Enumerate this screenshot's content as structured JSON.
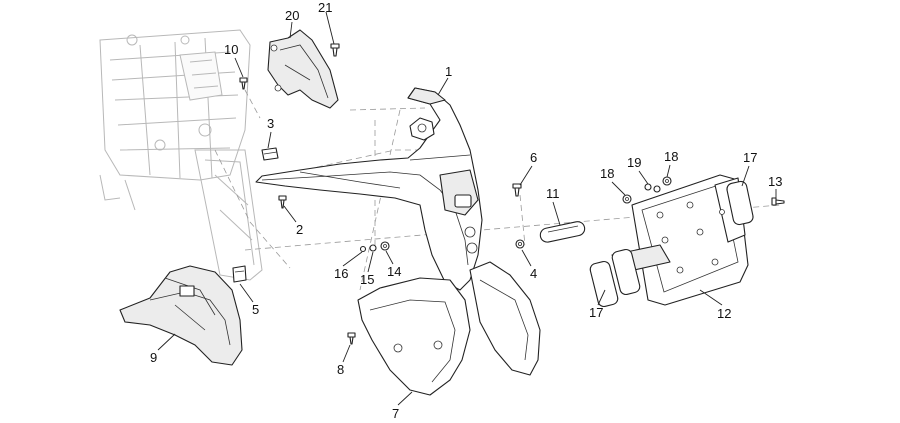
{
  "diagram": {
    "callouts": [
      {
        "id": "1",
        "text": "1"
      },
      {
        "id": "2",
        "text": "2"
      },
      {
        "id": "3",
        "text": "3"
      },
      {
        "id": "4",
        "text": "4"
      },
      {
        "id": "5",
        "text": "5"
      },
      {
        "id": "6",
        "text": "6"
      },
      {
        "id": "7",
        "text": "7"
      },
      {
        "id": "8",
        "text": "8"
      },
      {
        "id": "9",
        "text": "9"
      },
      {
        "id": "10",
        "text": "10"
      },
      {
        "id": "11",
        "text": "11"
      },
      {
        "id": "12",
        "text": "12"
      },
      {
        "id": "13",
        "text": "13"
      },
      {
        "id": "14",
        "text": "14"
      },
      {
        "id": "15",
        "text": "15"
      },
      {
        "id": "16",
        "text": "16"
      },
      {
        "id": "17a",
        "text": "17"
      },
      {
        "id": "17b",
        "text": "17"
      },
      {
        "id": "18a",
        "text": "18"
      },
      {
        "id": "18b",
        "text": "18"
      },
      {
        "id": "19",
        "text": "19"
      },
      {
        "id": "20",
        "text": "20"
      },
      {
        "id": "21",
        "text": "21"
      }
    ]
  }
}
